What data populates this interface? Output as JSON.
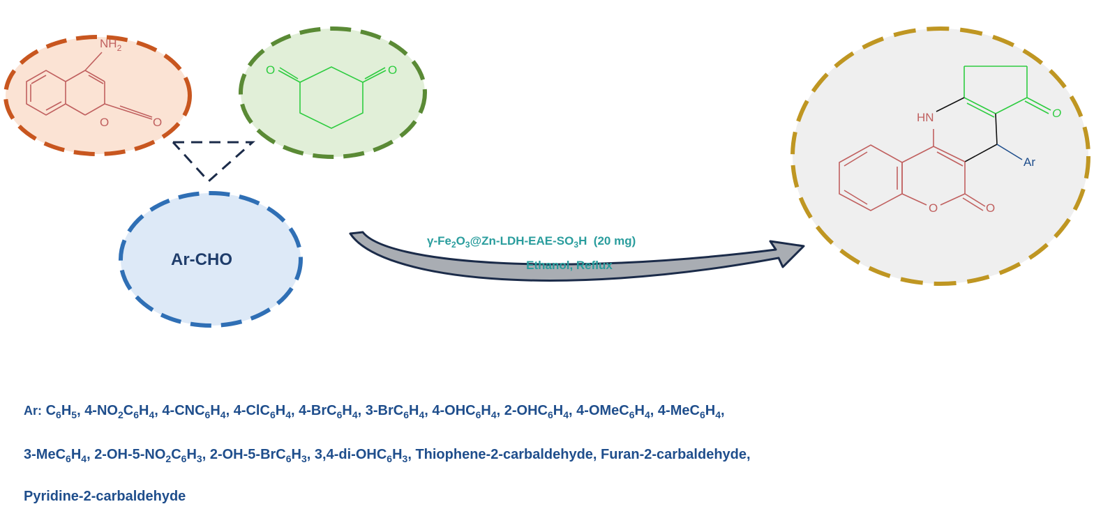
{
  "reactants": {
    "aminocoumarin": {
      "nh2_main": "NH",
      "nh2_sub": "2",
      "ring_o": "O",
      "carbonyl_o": "O"
    },
    "dione": {
      "o_left": "O",
      "o_right": "O"
    },
    "aldehyde": {
      "label": "Ar-CHO"
    }
  },
  "conditions": {
    "catalyst_parts": [
      "γ-Fe",
      "2",
      "O",
      "3",
      "@Zn-LDH-EAE-SO",
      "3",
      "H  (20 mg)"
    ],
    "solvent": "Ethanol, Reflux"
  },
  "product": {
    "hn": "HN",
    "keto_o": "O",
    "ring_o": "O",
    "lactone_o": "O",
    "ar": "Ar"
  },
  "substituents": {
    "prefix": "Ar:",
    "lines": [
      [
        [
          "C",
          "6",
          "H",
          "5",
          ", "
        ],
        [
          "4-NO",
          "2",
          "C",
          "6",
          "H",
          "4",
          ", "
        ],
        [
          "4-CNC",
          "6",
          "H",
          "4",
          ", "
        ],
        [
          "4-ClC",
          "6",
          "H",
          "4",
          ", "
        ],
        [
          "4-BrC",
          "6",
          "H",
          "4",
          ", "
        ],
        [
          "3-BrC",
          "6",
          "H",
          "4",
          ", "
        ],
        [
          "4-OHC",
          "6",
          "H",
          "4",
          ", "
        ],
        [
          "2-OHC",
          "6",
          "H",
          "4",
          ", "
        ],
        [
          "4-OMeC",
          "6",
          "H",
          "4",
          ", "
        ],
        [
          "4-MeC",
          "6",
          "H",
          "4",
          ","
        ]
      ],
      [
        [
          "3-MeC",
          "6",
          "H",
          "4",
          ", "
        ],
        [
          "2-OH-5-NO",
          "2",
          "C",
          "6",
          "H",
          "3",
          ", "
        ],
        [
          "2-OH-5-BrC",
          "6",
          "H",
          "3",
          ", "
        ],
        [
          "3,4-di-OHC",
          "6",
          "H",
          "3",
          ", "
        ],
        [
          "Thiophene-2-carbaldehyde, "
        ],
        [
          "Furan-2-carbaldehyde,"
        ]
      ],
      [
        [
          "Pyridine-2-carbaldehyde"
        ]
      ]
    ]
  },
  "colors": {
    "aminocoumarin_border": "#c8561f",
    "aminocoumarin_fill": "#fbe3d4",
    "aminocoumarin_structure": "#c0605f",
    "dione_border": "#5a8a35",
    "dione_fill": "#e1efd8",
    "dione_structure": "#2ecc40",
    "aldehyde_border": "#2f6fb5",
    "aldehyde_fill": "#dde9f7",
    "aldehyde_text": "#1f3d6b",
    "product_border": "#bf9622",
    "product_fill": "#efefef",
    "ar_color": "#1f4e8c",
    "conditions_color": "#2a9d9d",
    "arrow_fill": "#a9adb3",
    "arrow_stroke": "#1b2b49"
  }
}
